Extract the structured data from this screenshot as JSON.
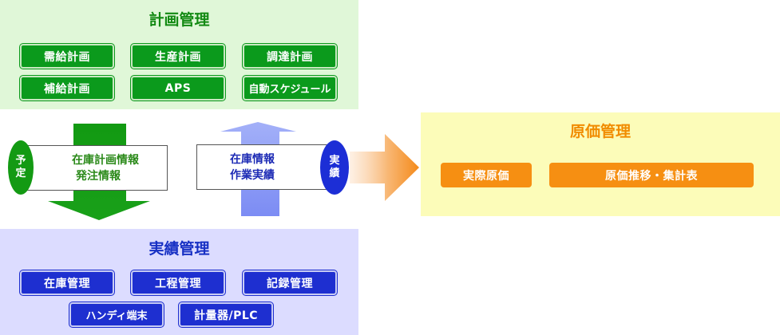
{
  "plan": {
    "title": "計画管理",
    "buttons": [
      "需給計画",
      "生産計画",
      "調達計画",
      "補給計画",
      "APS",
      "自動スケジュール"
    ]
  },
  "actual": {
    "title": "実績管理",
    "buttons": [
      "在庫管理",
      "工程管理",
      "記録管理",
      "ハンディ端末",
      "計量器/PLC"
    ]
  },
  "cost": {
    "title": "原価管理",
    "buttons": [
      "実際原価",
      "原価推移・集計表"
    ]
  },
  "down_flow": {
    "badge_line1": "予",
    "badge_line2": "定",
    "line1": "在庫計画情報",
    "line2": "発注情報"
  },
  "up_flow": {
    "badge_line1": "実",
    "badge_line2": "績",
    "line1": "在庫情報",
    "line2": "作業実績"
  },
  "colors": {
    "plan_bg": "#e0f7d8",
    "plan_accent": "#0b9a1c",
    "actual_bg": "#dcdcff",
    "actual_accent": "#1e2fd0",
    "cost_bg": "#fcfcb9",
    "cost_accent": "#f68f12",
    "down_arrow": "#169c16",
    "up_arrow": "#8a9af6"
  }
}
